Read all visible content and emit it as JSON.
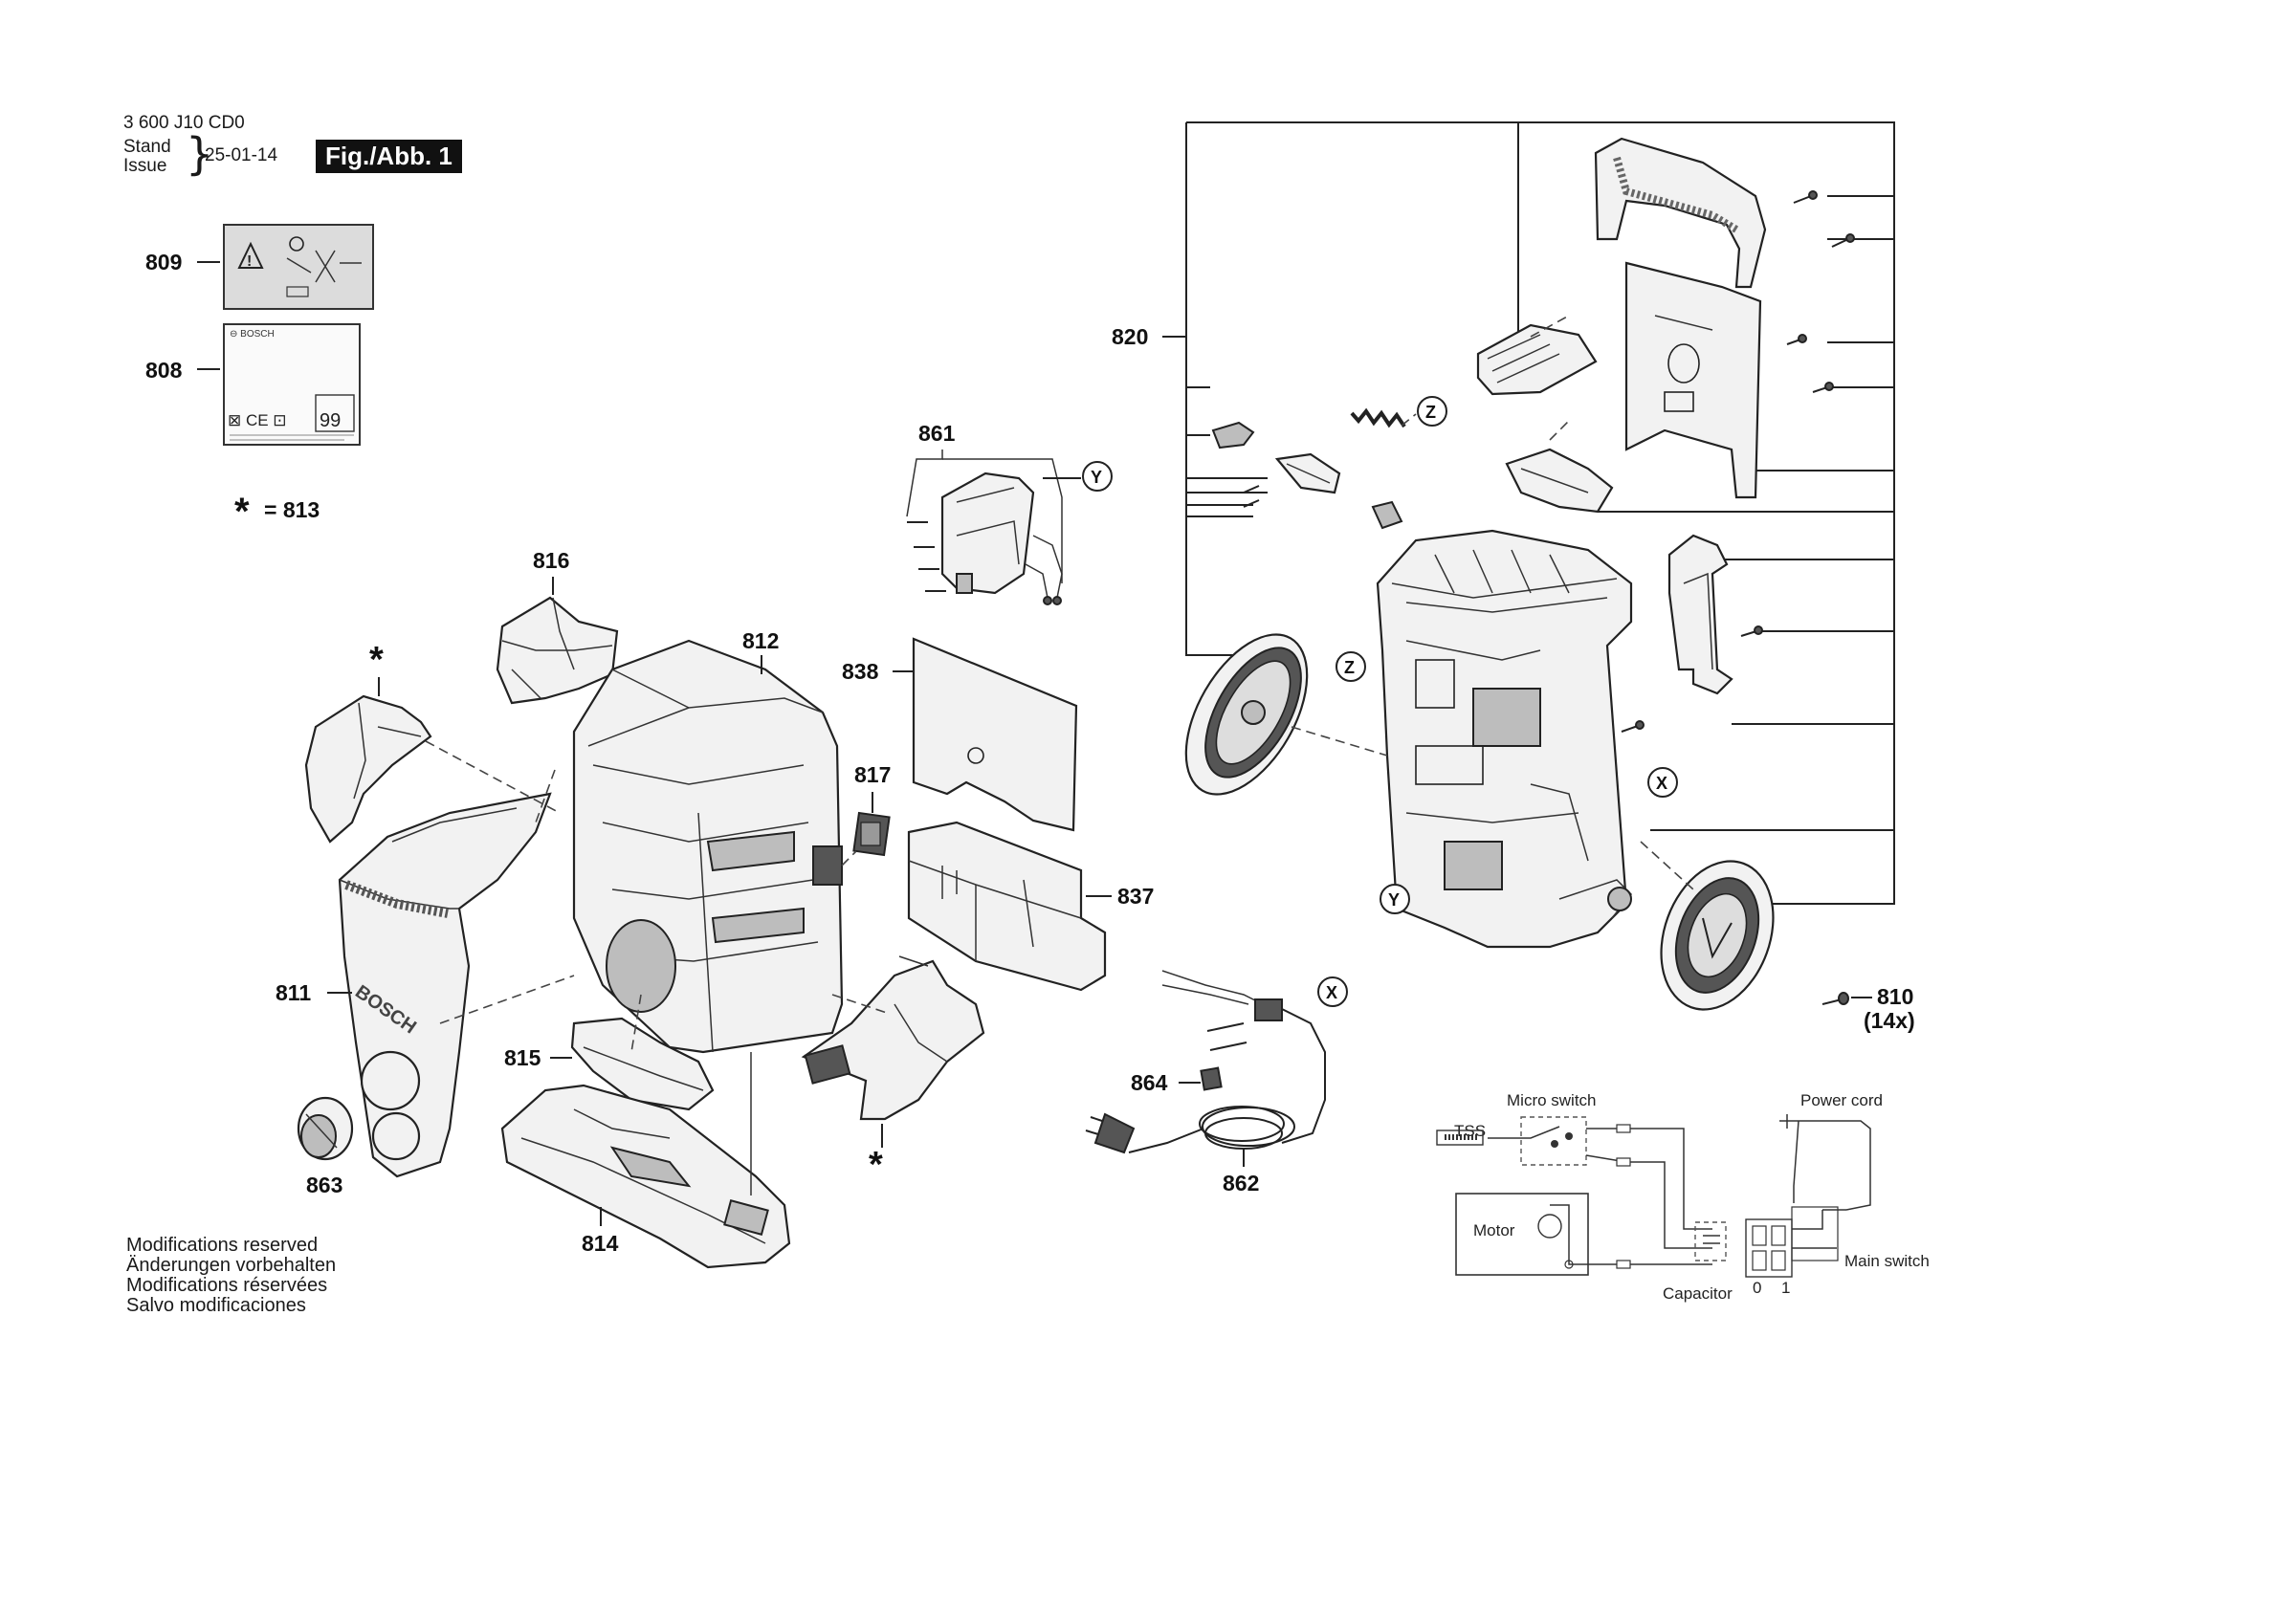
{
  "header": {
    "doc_number": "3 600 J10 CD0",
    "stand": "Stand",
    "issue": "Issue",
    "date": "25-01-14",
    "figure": "Fig./Abb. 1"
  },
  "parts": {
    "p809": "809",
    "p808": "808",
    "star_ref": "= 813",
    "p816": "816",
    "p812": "812",
    "p861": "861",
    "p838": "838",
    "p817": "817",
    "p837": "837",
    "p811": "811",
    "p815": "815",
    "p863": "863",
    "p814": "814",
    "p864": "864",
    "p862": "862",
    "p820": "820",
    "p810": "810",
    "p810_qty": "(14x)"
  },
  "markers": {
    "x": "X",
    "y": "Y",
    "z": "Z",
    "star": "*"
  },
  "wiring": {
    "tss": "TSS",
    "micro_switch": "Micro switch",
    "power_cord": "Power cord",
    "motor": "Motor",
    "main_switch": "Main switch",
    "capacitor": "Capacitor",
    "pos0": "0",
    "pos1": "1"
  },
  "label_808": {
    "brand": "⊖ BOSCH",
    "marks": "⊠ CE ⊡",
    "badge": "99"
  },
  "footer": {
    "line1": "Modifications reserved",
    "line2": "Änderungen vorbehalten",
    "line3": "Modifications réservées",
    "line4": "Salvo modificaciones"
  }
}
